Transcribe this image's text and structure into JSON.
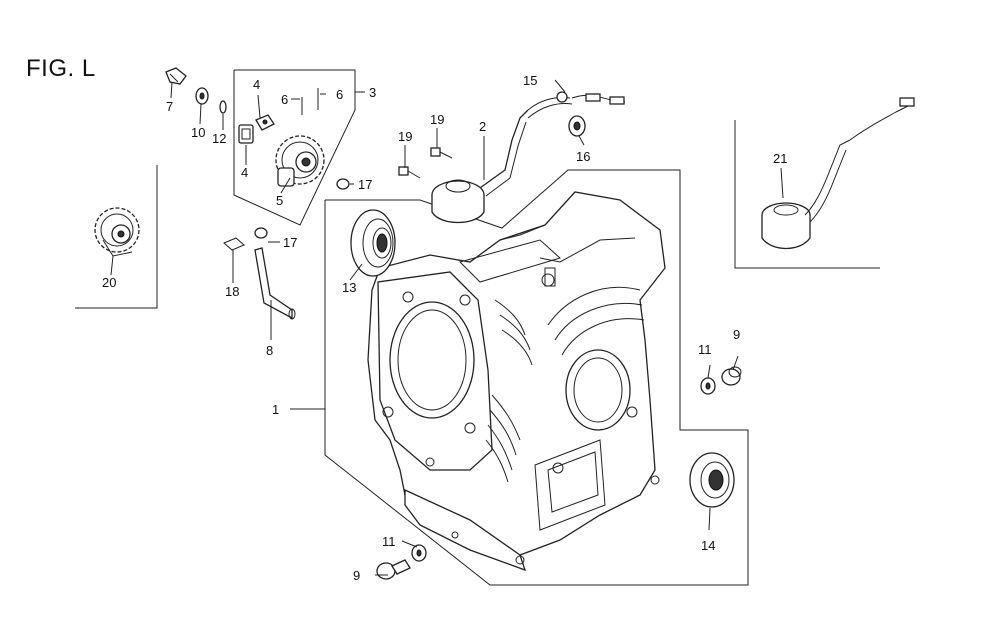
{
  "figure": {
    "title": "FIG. L"
  },
  "callouts": {
    "c1": "1",
    "c2": "2",
    "c3": "3",
    "c4a": "4",
    "c4b": "4",
    "c5": "5",
    "c6a": "6",
    "c6b": "6",
    "c7": "7",
    "c8": "8",
    "c9a": "9",
    "c9b": "9",
    "c10": "10",
    "c11a": "11",
    "c11b": "11",
    "c12": "12",
    "c13": "13",
    "c14": "14",
    "c15": "15",
    "c16": "16",
    "c17a": "17",
    "c17b": "17",
    "c18": "18",
    "c19a": "19",
    "c19b": "19",
    "c20": "20",
    "c21": "21"
  }
}
